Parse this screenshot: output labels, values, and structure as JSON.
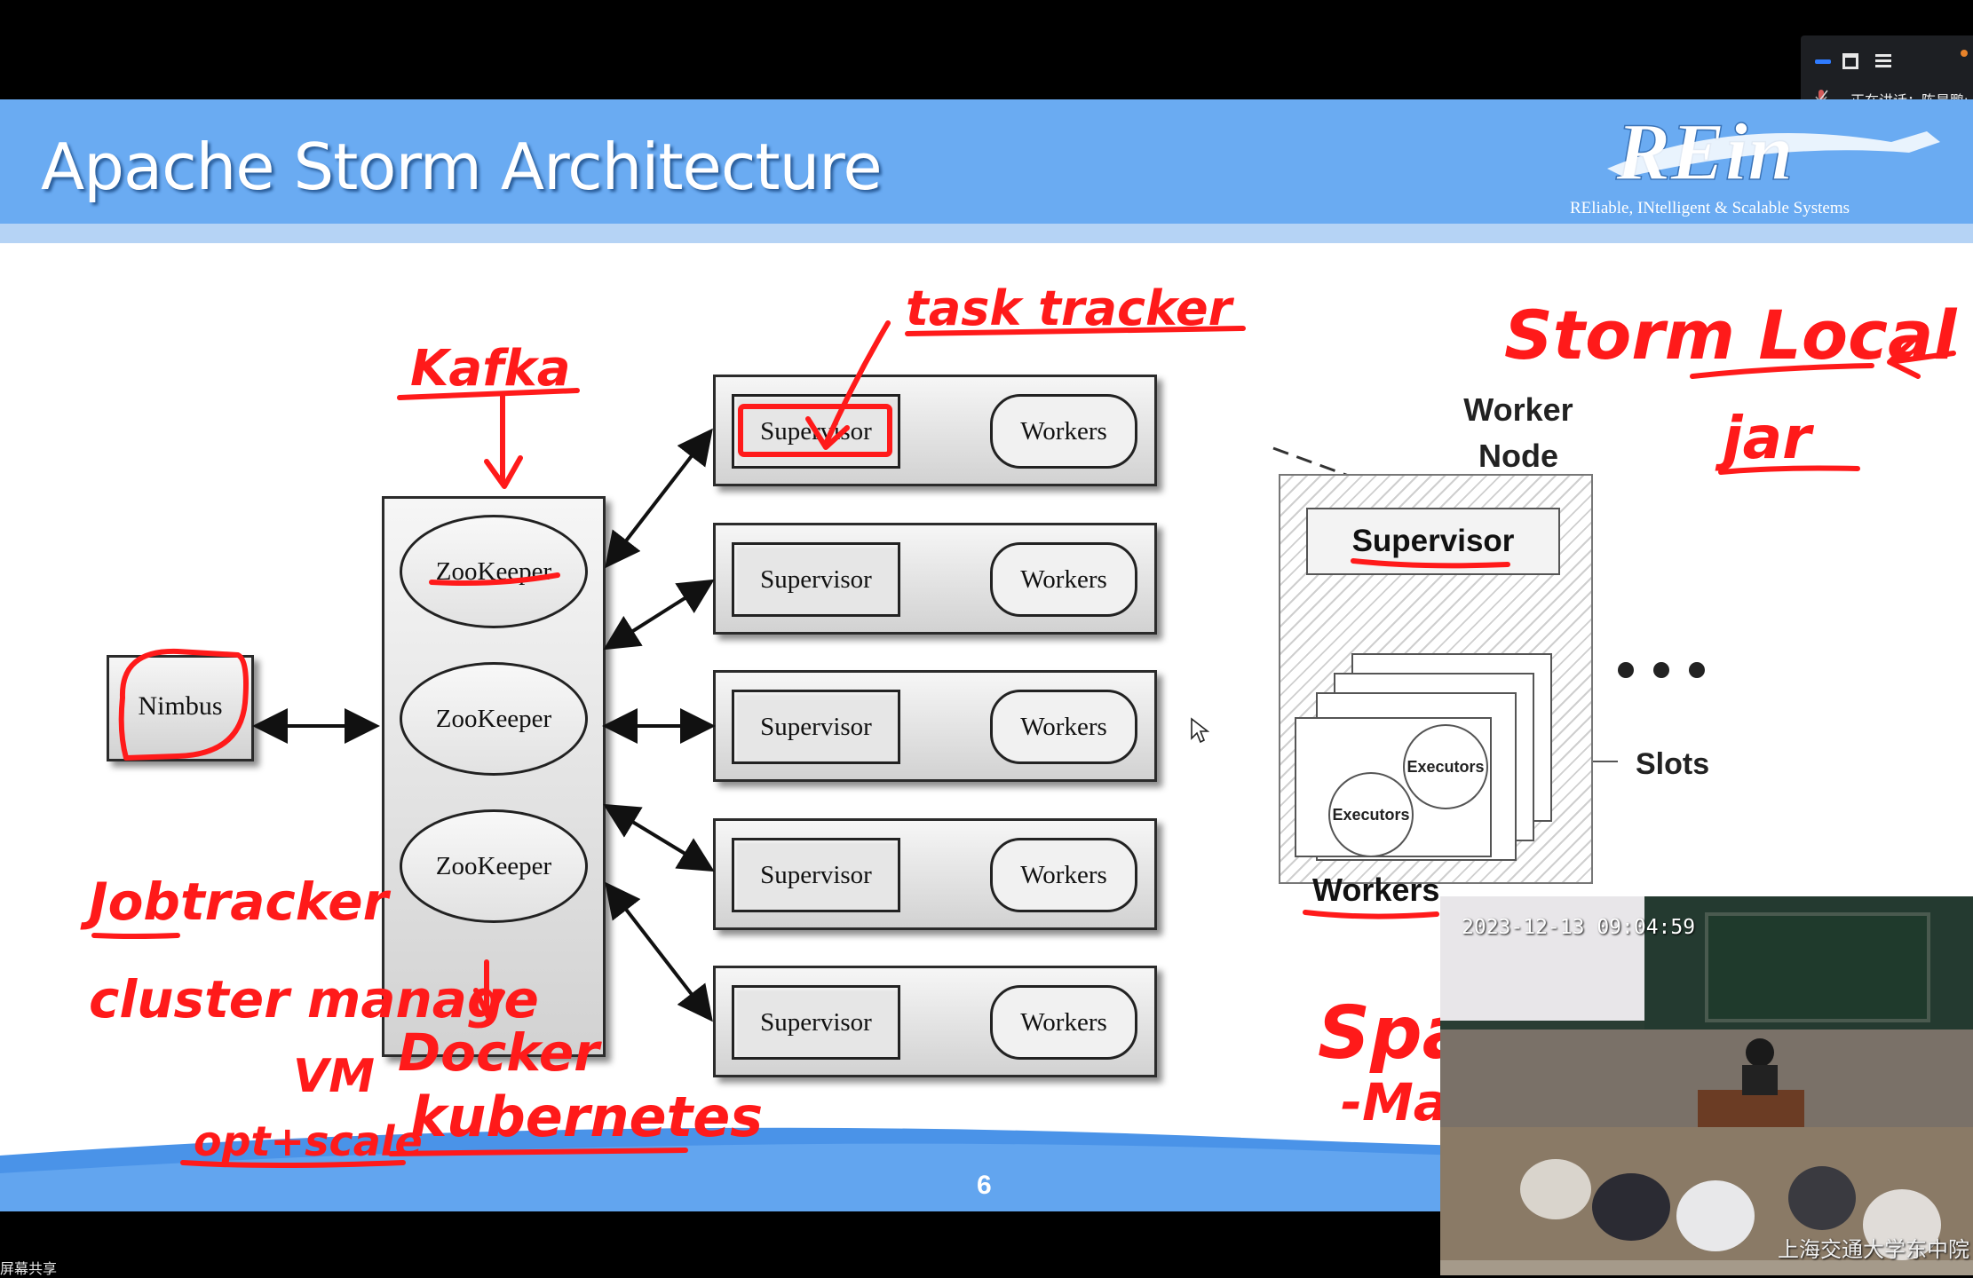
{
  "meeting": {
    "speaker_label": "正在讲话：陈昊鹏;",
    "share_label": "屏幕共享"
  },
  "slide": {
    "title": "Apache Storm Architecture",
    "logo_tagline": "REliable, INtelligent & Scalable Systems",
    "page_number": "6",
    "left_diagram": {
      "nimbus": "Nimbus",
      "zookeepers": [
        "ZooKeeper",
        "ZooKeeper",
        "ZooKeeper"
      ],
      "nodes": [
        {
          "supervisor": "Supervisor",
          "workers": "Workers"
        },
        {
          "supervisor": "Supervisor",
          "workers": "Workers"
        },
        {
          "supervisor": "Supervisor",
          "workers": "Workers"
        },
        {
          "supervisor": "Supervisor",
          "workers": "Workers"
        },
        {
          "supervisor": "Supervisor",
          "workers": "Workers"
        }
      ]
    },
    "right_diagram": {
      "worker_node_label": "Worker\nNode",
      "supervisor": "Supervisor",
      "executors": [
        "Executors",
        "Executors"
      ],
      "workers": "Workers",
      "slots": "Slots"
    },
    "annotations": {
      "kafka": "Kafka",
      "task_tracker": "task tracker",
      "storm_local": "Storm Local",
      "jar": "jar",
      "jobtracker": "Jobtracker",
      "cluster_manager": "cluster manage",
      "vm": "VM",
      "docker": "Docker",
      "opt_scale": "opt+scale",
      "kubernetes": "kubernetes",
      "spark_partial": "Spa",
      "ma_partial": "-Ma"
    }
  },
  "webcam": {
    "timestamp": "2023-12-13 09:04:59",
    "caption": "上海交通大学东中院"
  },
  "colors": {
    "header_blue": "#6aabf2",
    "ink_red": "#ff1a1a",
    "toolbar_accent": "#2f7bff"
  }
}
